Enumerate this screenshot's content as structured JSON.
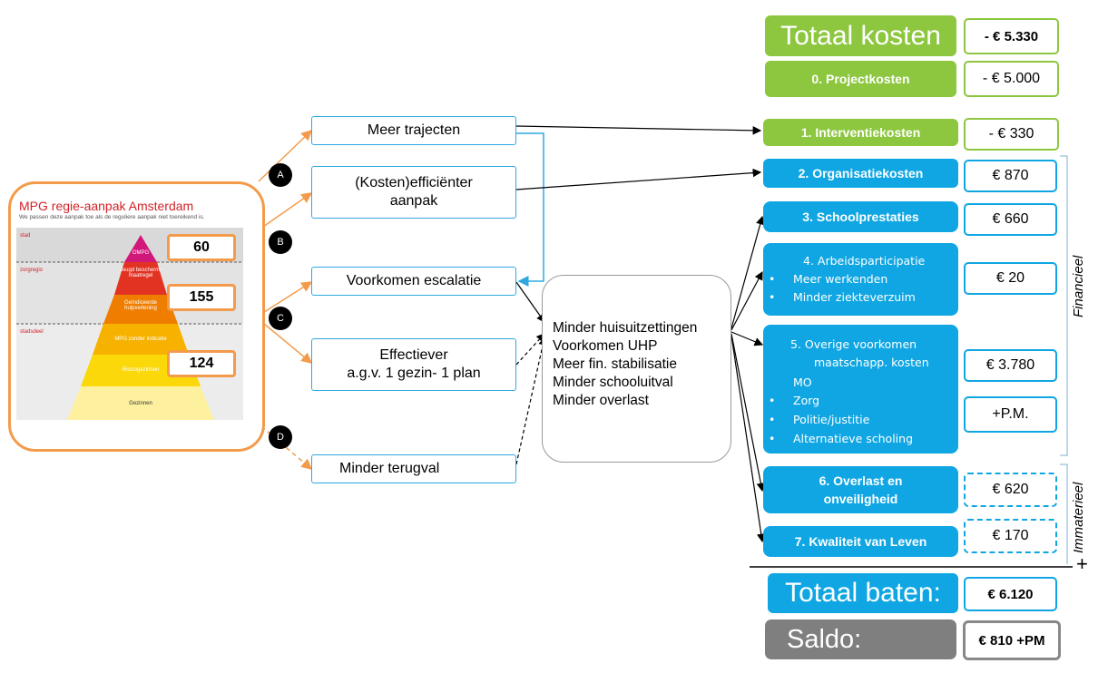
{
  "image_panel": {
    "title": "MPG regie-aanpak Amsterdam",
    "subtitle": "We passen deze aanpak toe als de reguliere aanpak niet toereikend is.",
    "row_labels": [
      "stad",
      "zorgregio",
      "stadsdeel"
    ],
    "levels": [
      "OMPG",
      "Jeugd bescherm- maatregel",
      "Geïndiceerde hulpverlening",
      "MPG zonder indicatie",
      "Risicogezinnen",
      "Gezinnen"
    ],
    "counts": [
      "60",
      "155",
      "124"
    ]
  },
  "markers": [
    "A",
    "B",
    "C",
    "D"
  ],
  "outcomes": [
    "Meer trajecten",
    "(Kosten)efficiënter\naanpak",
    "Voorkomen escalatie",
    "Effectiever\na.g.v. 1 gezin- 1 plan",
    "Minder terugval"
  ],
  "effects": [
    "Minder huisuitzettingen",
    "Voorkomen UHP",
    "Meer fin. stabilisatie",
    "Minder schooluitval",
    "Minder overlast"
  ],
  "costs": {
    "total_label": "Totaal kosten",
    "total_value": "- € 5.330",
    "items": [
      {
        "label": "0. Projectkosten",
        "value": "- € 5.000"
      },
      {
        "label": "1. Interventiekosten",
        "value": "- € 330"
      }
    ]
  },
  "benefits": {
    "organisatie": {
      "label": "2. Organisatiekosten",
      "value": "€ 870"
    },
    "school": {
      "label": "3. Schoolprestaties",
      "value": "€ 660"
    },
    "arbeid": {
      "title": "4. Arbeidsparticipatie",
      "bullets": [
        "Meer werkenden",
        "Minder ziekteverzuim"
      ],
      "value": "€ 20"
    },
    "overig": {
      "title1": "5. Overige voorkomen",
      "title2": "maatschapp.  kosten",
      "bullets": [
        "MO",
        "Zorg",
        "Politie/justitie",
        "Alternatieve scholing"
      ],
      "value1": "€ 3.780",
      "value2": "+P.M."
    },
    "overlast": {
      "label": "6. Overlast en\nonveiligheid",
      "value": "€ 620"
    },
    "kwaliteit": {
      "label": "7. Kwaliteit van Leven",
      "value": "€ 170"
    }
  },
  "side_labels": {
    "financieel": "Financieel",
    "immaterieel": "Immaterieel",
    "plus": "+"
  },
  "totals": {
    "baten_label": "Totaal baten:",
    "baten_value": "€ 6.120",
    "saldo_label": "Saldo:",
    "saldo_value": "€ 810 +PM"
  },
  "colors": {
    "green": "#8dc63f",
    "blue": "#0fa6e3",
    "orange": "#f39b4b",
    "grey": "#7f7f7f",
    "line_blue": "#2fa8e0"
  }
}
